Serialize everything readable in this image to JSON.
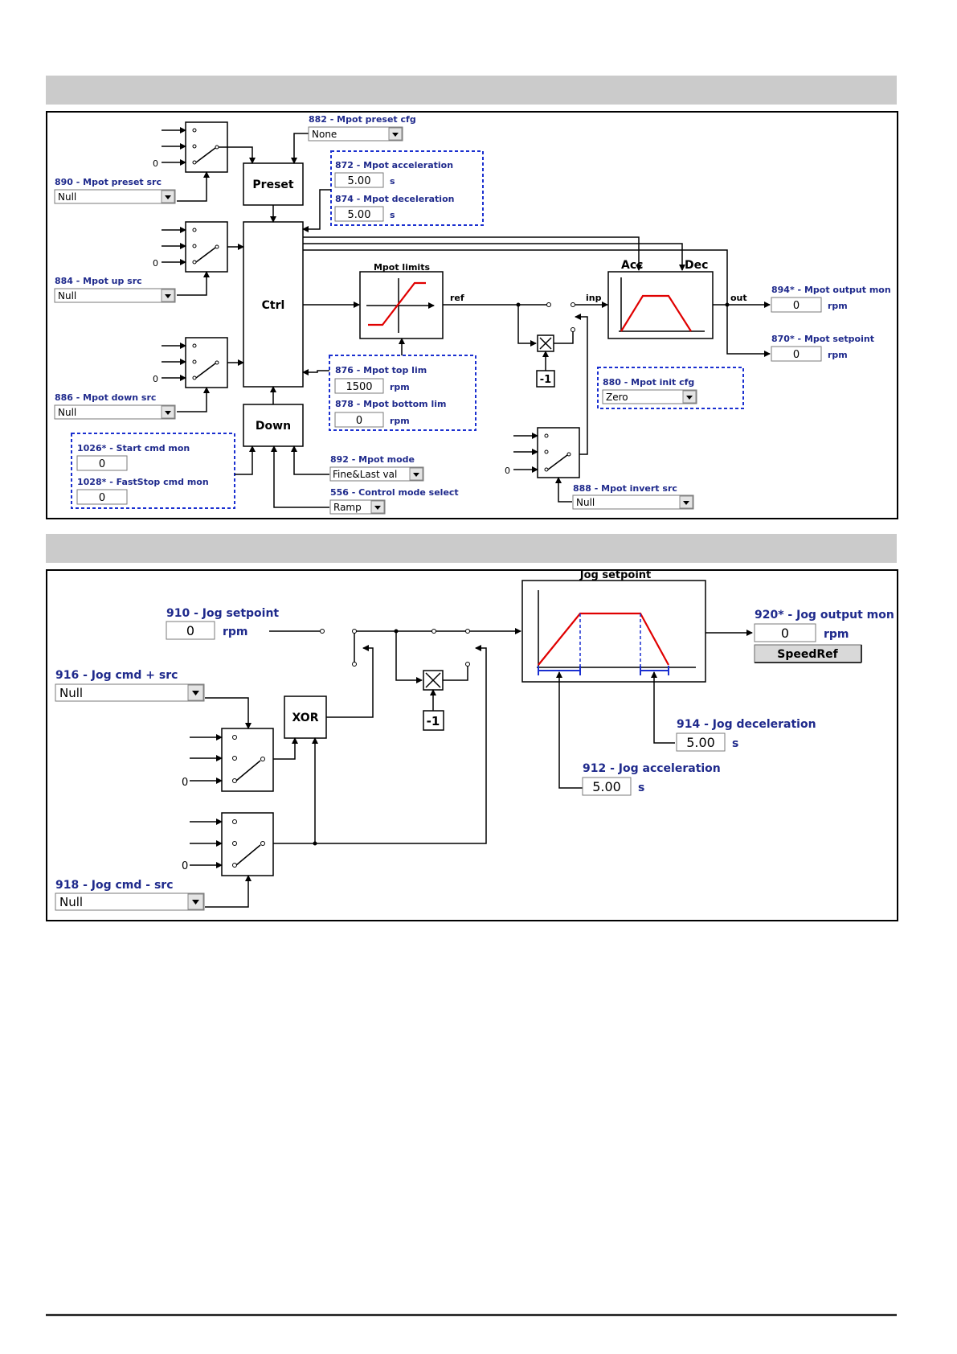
{
  "mpot": {
    "preset_cfg": {
      "label": "882 - Mpot preset cfg",
      "value": "None"
    },
    "acceleration": {
      "label": "872 - Mpot acceleration",
      "value": "5.00",
      "unit": "s"
    },
    "deceleration": {
      "label": "874 - Mpot deceleration",
      "value": "5.00",
      "unit": "s"
    },
    "preset_src": {
      "label": "890 - Mpot preset src",
      "value": "Null"
    },
    "up_src": {
      "label": "884 - Mpot up src",
      "value": "Null"
    },
    "down_src": {
      "label": "886 - Mpot down src",
      "value": "Null"
    },
    "output_mon": {
      "label": "894* - Mpot output mon",
      "value": "0",
      "unit": "rpm"
    },
    "setpoint": {
      "label": "870* - Mpot setpoint",
      "value": "0",
      "unit": "rpm"
    },
    "top_lim": {
      "label": "876 - Mpot top lim",
      "value": "1500",
      "unit": "rpm"
    },
    "bottom_lim": {
      "label": "878 - Mpot bottom lim",
      "value": "0",
      "unit": "rpm"
    },
    "init_cfg": {
      "label": "880 - Mpot init cfg",
      "value": "Zero"
    },
    "start_cmd_mon": {
      "label": "1026* - Start cmd mon",
      "value": "0"
    },
    "faststop_cmd_mon": {
      "label": "1028* - FastStop cmd mon",
      "value": "0"
    },
    "mode": {
      "label": "892 - Mpot mode",
      "value": "Fine&Last val"
    },
    "control_mode": {
      "label": "556 - Control mode select",
      "value": "Ramp"
    },
    "invert_src": {
      "label": "888 - Mpot invert src",
      "value": "Null"
    },
    "blocks": {
      "preset": "Preset",
      "ctrl": "Ctrl",
      "down": "Down",
      "limits": "Mpot limits",
      "acc": "Acc",
      "dec": "Dec",
      "minus_one": "-1"
    },
    "signals": {
      "ref": "ref",
      "inp": "inp",
      "out": "out",
      "zero": "0"
    }
  },
  "jog": {
    "setpoint": {
      "label": "910 - Jog setpoint",
      "value": "0",
      "unit": "rpm"
    },
    "cmd_plus_src": {
      "label": "916 - Jog cmd + src",
      "value": "Null"
    },
    "cmd_minus_src": {
      "label": "918 - Jog cmd - src",
      "value": "Null"
    },
    "output_mon": {
      "label": "920* - Jog output mon",
      "value": "0",
      "unit": "rpm"
    },
    "speedref_button": "SpeedRef",
    "deceleration": {
      "label": "914 - Jog deceleration",
      "value": "5.00",
      "unit": "s"
    },
    "acceleration": {
      "label": "912 - Jog acceleration",
      "value": "5.00",
      "unit": "s"
    },
    "blocks": {
      "xor": "XOR",
      "ramp_title": "Jog setpoint",
      "minus_one": "-1",
      "zero": "0"
    }
  },
  "colors": {
    "label_blue": "#1f2a8c",
    "dash_blue": "#1a2fd0",
    "ramp_red": "#e00000",
    "band_grey": "#cbcbcb"
  }
}
